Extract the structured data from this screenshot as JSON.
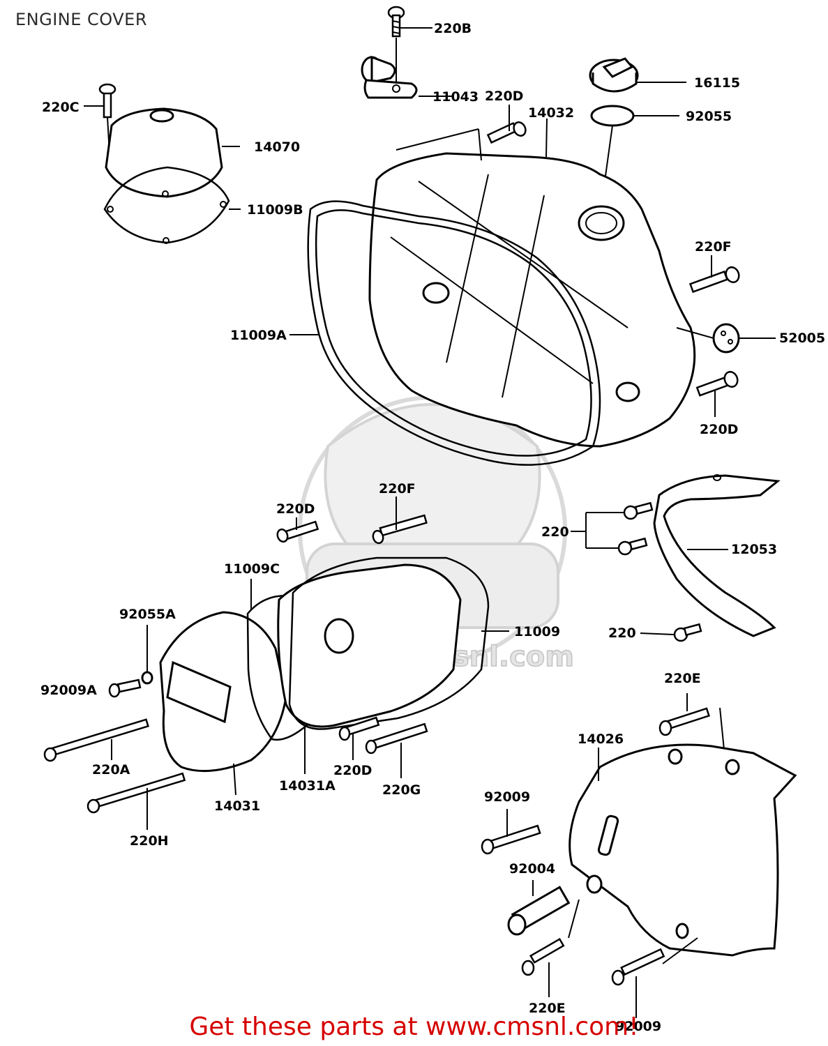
{
  "title": "ENGINE COVER",
  "footer": "Get these parts at www.cmsnl.com!",
  "watermark": "www.cmsnl.com",
  "labels": {
    "l220B": "220B",
    "l11043": "11043",
    "l220D_top": "220D",
    "l14032": "14032",
    "l16115": "16115",
    "l92055": "92055",
    "l220C": "220C",
    "l14070": "14070",
    "l11009B": "11009B",
    "l220F_right": "220F",
    "l11009A": "11009A",
    "l52005": "52005",
    "l220D_right": "220D",
    "l220D_mid": "220D",
    "l220F_mid": "220F",
    "l220_top": "220",
    "l12053": "12053",
    "l11009C": "11009C",
    "l92055A": "92055A",
    "l11009": "11009",
    "l220_bottom": "220",
    "l92009A": "92009A",
    "l220E_top": "220E",
    "l14026": "14026",
    "l220A": "220A",
    "l14031": "14031",
    "l14031A": "14031A",
    "l220D_low": "220D",
    "l220G": "220G",
    "l92009_top": "92009",
    "l220H": "220H",
    "l92004": "92004",
    "l220E_bottom": "220E",
    "l92009_bottom": "92009"
  }
}
